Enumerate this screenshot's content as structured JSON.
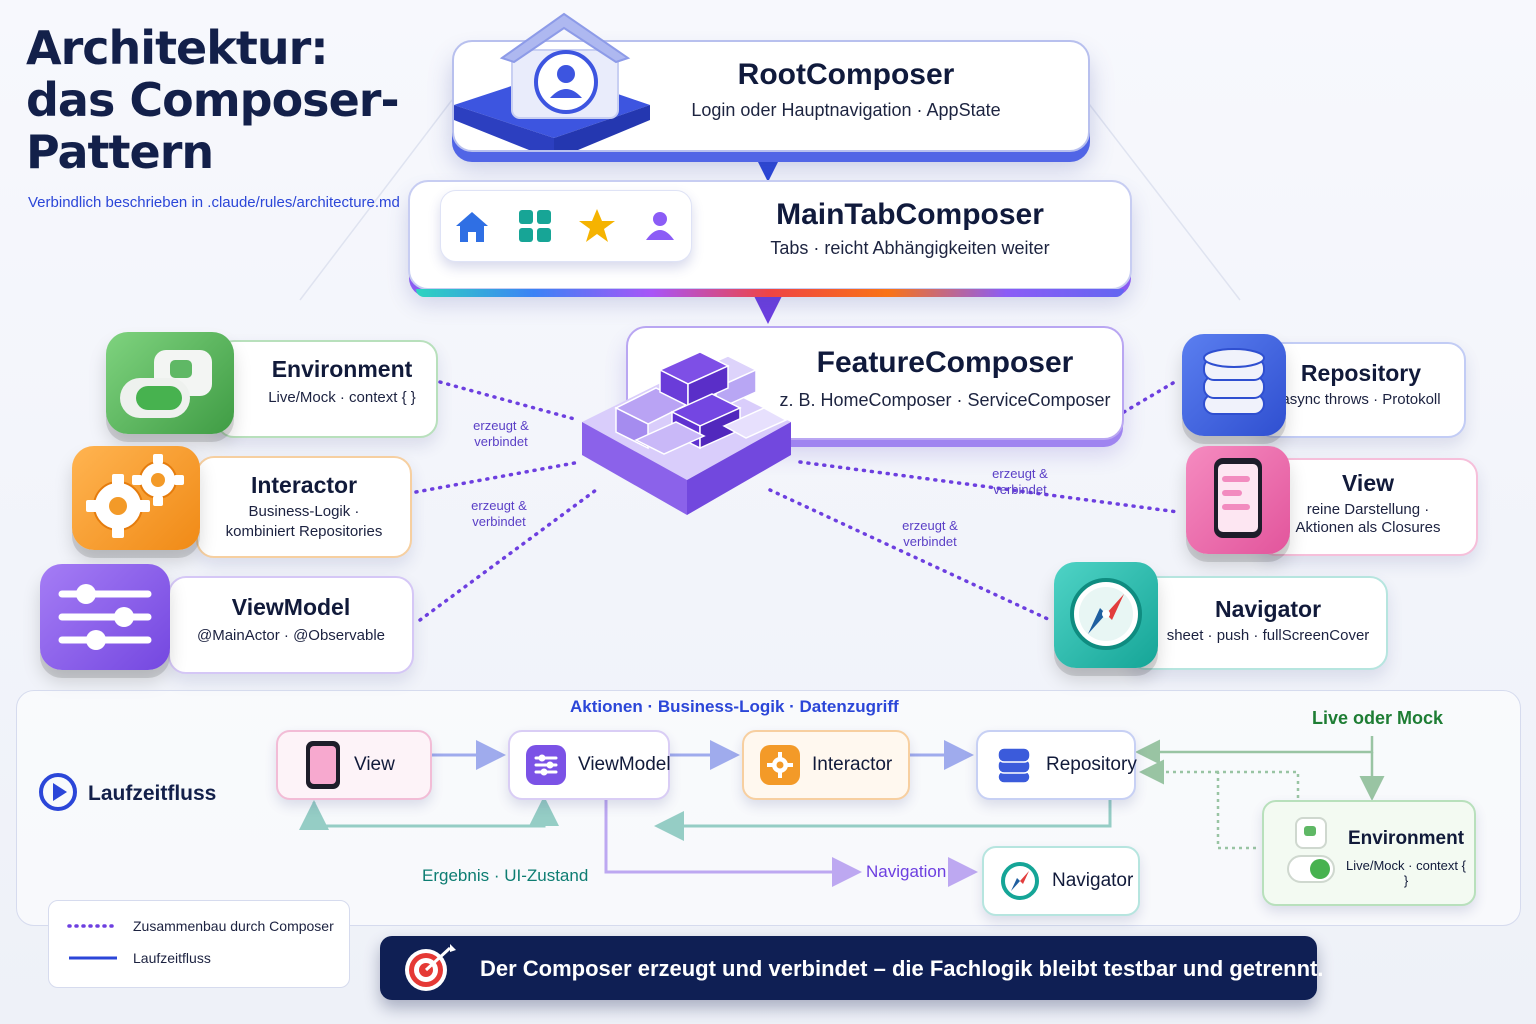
{
  "title_lines": [
    "Architektur:",
    "das Composer-",
    "Pattern"
  ],
  "subtitle": "Verbindlich beschrieben in .claude/rules/architecture.md",
  "root": {
    "title": "RootComposer",
    "subtitle": "Login oder Hauptnavigation · AppState"
  },
  "main_tab": {
    "title": "MainTabComposer",
    "subtitle": "Tabs · reicht Abhängigkeiten weiter",
    "tab_icons": [
      "home-icon",
      "grid-icon",
      "star-icon",
      "person-icon"
    ]
  },
  "feature": {
    "title": "FeatureComposer",
    "subtitle": "z. B. HomeComposer · ServiceComposer"
  },
  "left_cards": [
    {
      "title": "Environment",
      "subtitle_lines": [
        "Live/Mock · context { }"
      ],
      "icon": "toggle-icon",
      "color": "#4caf50"
    },
    {
      "title": "Interactor",
      "subtitle_lines": [
        "Business-Logik ·",
        "kombiniert Repositories"
      ],
      "icon": "gears-icon",
      "color": "#f7931e"
    },
    {
      "title": "ViewModel",
      "subtitle_lines": [
        "@MainActor · @Observable"
      ],
      "icon": "sliders-icon",
      "color": "#8b5cf6"
    }
  ],
  "right_cards": [
    {
      "title": "Repository",
      "subtitle_lines": [
        "async throws · Protokoll"
      ],
      "icon": "database-icon",
      "color": "#3b5bdb"
    },
    {
      "title": "View",
      "subtitle_lines": [
        "reine Darstellung ·",
        "Aktionen als Closures"
      ],
      "icon": "phone-icon",
      "color": "#ec4899"
    },
    {
      "title": "Navigator",
      "subtitle_lines": [
        "sheet · push · fullScreenCover"
      ],
      "icon": "compass-icon",
      "color": "#14b8a6"
    }
  ],
  "connector_labels": [
    "erzeugt &\nverbindet",
    "erzeugt &\nverbindet",
    "erzeugt &\nverbindet",
    "erzeugt &\nverbindet"
  ],
  "flow": {
    "title": "Laufzeitfluss",
    "header": "Aktionen · Business-Logik · Datenzugriff",
    "nodes": [
      "View",
      "ViewModel",
      "Interactor",
      "Repository"
    ],
    "navigator": "Navigator",
    "navigation_label": "Navigation",
    "result_label": "Ergebnis · UI-Zustand",
    "live_mock_label": "Live oder Mock",
    "environment": {
      "title": "Environment",
      "subtitle": "Live/Mock · context { }"
    }
  },
  "legend": {
    "dotted": "Zusammenbau durch Composer",
    "solid": "Laufzeitfluss"
  },
  "banner": "Der Composer erzeugt und verbindet – die Fachlogik bleibt testbar und getrennt.",
  "colors": {
    "primary_blue": "#2b46d8",
    "purple": "#6d3fe0",
    "teal": "#0d7d72",
    "green": "#1e7d34",
    "banner_bg": "#0f1f54"
  }
}
